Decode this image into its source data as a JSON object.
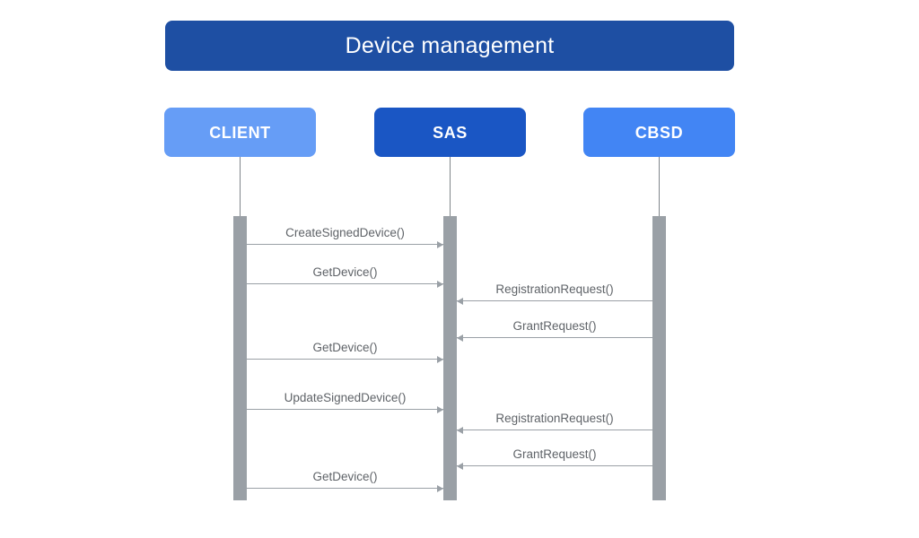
{
  "diagram": {
    "type": "sequence-diagram",
    "title": "Device management",
    "colors": {
      "title_bar": "#1e4fa3",
      "client_box": "#669df6",
      "sas_box": "#1a56c4",
      "cbsd_box": "#4285f4",
      "activation_bar": "#9aa0a6",
      "message_line": "#9aa0a6",
      "message_text": "#5f6368",
      "lifeline": "#80868b",
      "background": "#ffffff"
    },
    "participants": [
      {
        "id": "client",
        "label": "CLIENT"
      },
      {
        "id": "sas",
        "label": "SAS"
      },
      {
        "id": "cbsd",
        "label": "CBSD"
      }
    ],
    "messages": [
      {
        "index": 1,
        "label": "CreateSignedDevice()",
        "from": "client",
        "to": "sas",
        "direction": "right"
      },
      {
        "index": 2,
        "label": "GetDevice()",
        "from": "client",
        "to": "sas",
        "direction": "right"
      },
      {
        "index": 3,
        "label": "RegistrationRequest()",
        "from": "cbsd",
        "to": "sas",
        "direction": "left"
      },
      {
        "index": 4,
        "label": "GrantRequest()",
        "from": "cbsd",
        "to": "sas",
        "direction": "left"
      },
      {
        "index": 5,
        "label": "GetDevice()",
        "from": "client",
        "to": "sas",
        "direction": "right"
      },
      {
        "index": 6,
        "label": "UpdateSignedDevice()",
        "from": "client",
        "to": "sas",
        "direction": "right"
      },
      {
        "index": 7,
        "label": "RegistrationRequest()",
        "from": "cbsd",
        "to": "sas",
        "direction": "left"
      },
      {
        "index": 8,
        "label": "GrantRequest()",
        "from": "cbsd",
        "to": "sas",
        "direction": "left"
      },
      {
        "index": 9,
        "label": "GetDevice()",
        "from": "client",
        "to": "sas",
        "direction": "right"
      }
    ]
  }
}
